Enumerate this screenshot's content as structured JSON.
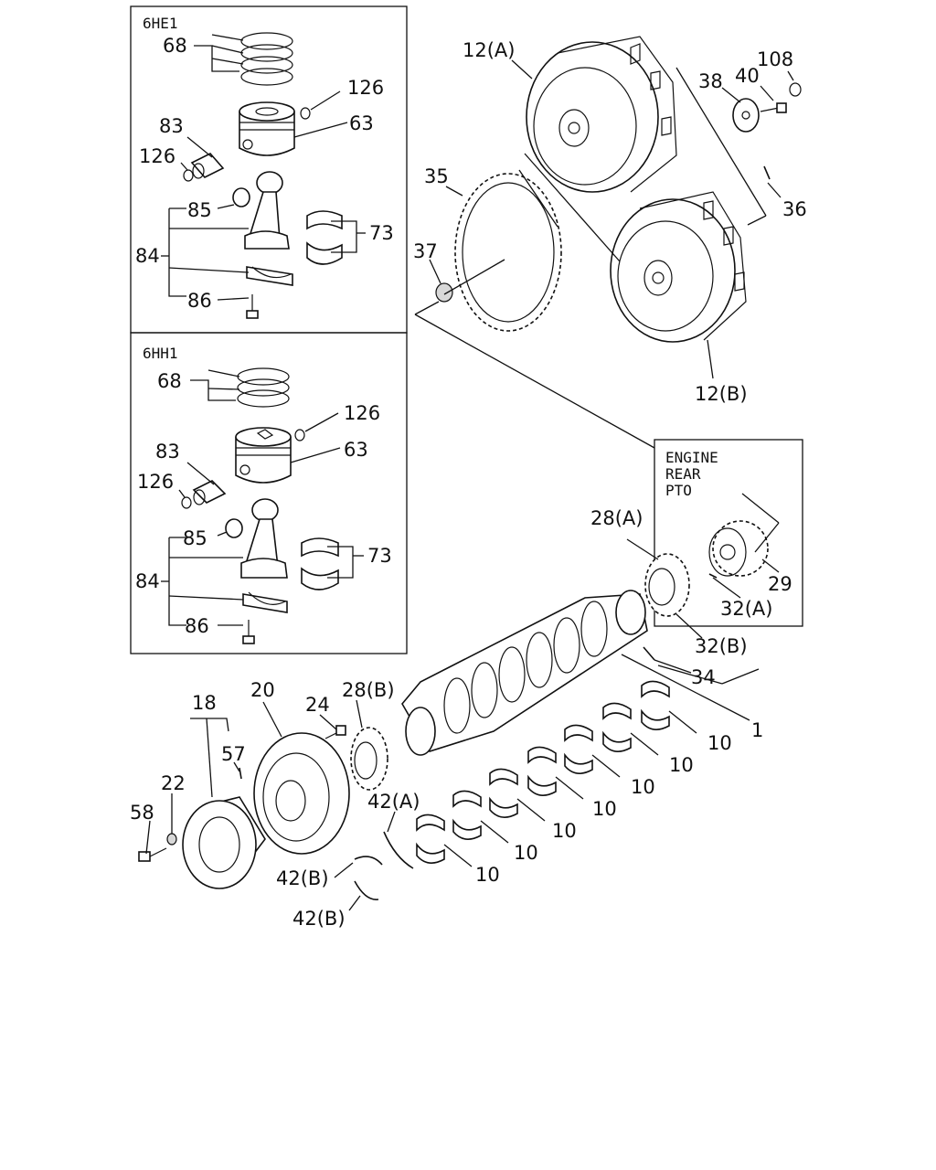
{
  "boxes": {
    "top_box_title": "6HE1",
    "mid_box_title": "6HH1",
    "pto_box_title_line1": "ENGINE",
    "pto_box_title_line2": "REAR",
    "pto_box_title_line3": "PTO"
  },
  "labels": {
    "l68a": "68",
    "l126a": "126",
    "l63a": "63",
    "l83a": "83",
    "l126b": "126",
    "l85a": "85",
    "l84a": "84",
    "l73a": "73",
    "l86a": "86",
    "l68b": "68",
    "l126c": "126",
    "l63b": "63",
    "l83b": "83",
    "l126d": "126",
    "l85b": "85",
    "l84b": "84",
    "l73b": "73",
    "l86b": "86",
    "l12a": "12(A)",
    "l38": "38",
    "l40": "40",
    "l108": "108",
    "l36": "36",
    "l35": "35",
    "l37": "37",
    "l12b": "12(B)",
    "l28a": "28(A)",
    "l29": "29",
    "l32a": "32(A)",
    "l32b": "32(B)",
    "l34": "34",
    "l1": "1",
    "l18": "18",
    "l20": "20",
    "l24": "24",
    "l28b": "28(B)",
    "l57": "57",
    "l22": "22",
    "l58": "58",
    "l42a": "42(A)",
    "l42b1": "42(B)",
    "l42b2": "42(B)",
    "l10a": "10",
    "l10b": "10",
    "l10c": "10",
    "l10d": "10",
    "l10e": "10",
    "l10f": "10",
    "l10g": "10"
  }
}
